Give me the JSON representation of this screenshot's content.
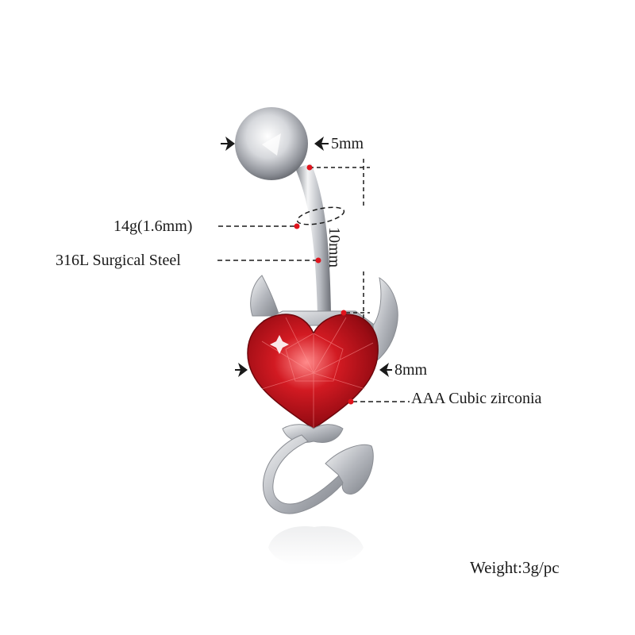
{
  "product": {
    "ball_size": "5mm",
    "gauge": "14g(1.6mm)",
    "material": "316L Surgical Steel",
    "bar_length": "10mm",
    "heart_size": "8mm",
    "stone": "AAA Cubic zirconia",
    "weight": "Weight:3g/pc"
  },
  "colors": {
    "background": "#ffffff",
    "steel": "#c9ccd1",
    "gem": "#c8141c",
    "guide_dot": "#e0141c",
    "text": "#1a1a1a"
  }
}
